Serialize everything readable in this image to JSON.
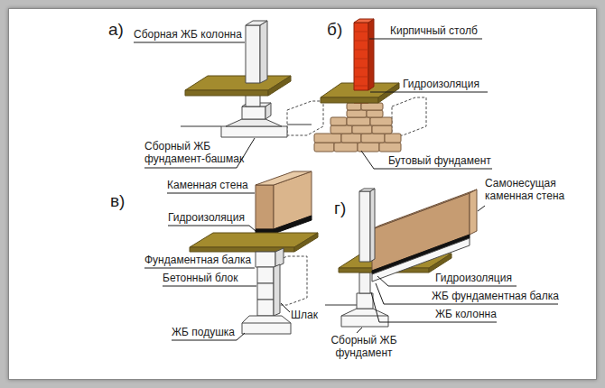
{
  "diagram": {
    "labels": [
      "а)",
      "Сборная ЖБ колонна",
      "Сборный ЖБ фундамент-башмак",
      "б)",
      "Кирпичный столб",
      "Гидроизоляция",
      "Бутовый фундамент",
      "в)",
      "Каменная стена",
      "Гидроизоляция",
      "Фундаментная балка",
      "Бетонный блок",
      "Шлак",
      "ЖБ подушка",
      "г)",
      "Самонесущая каменная стена",
      "Гидроизоляция",
      "ЖБ фундаментная балка",
      "ЖБ колонна",
      "Сборный ЖБ фундамент"
    ]
  }
}
